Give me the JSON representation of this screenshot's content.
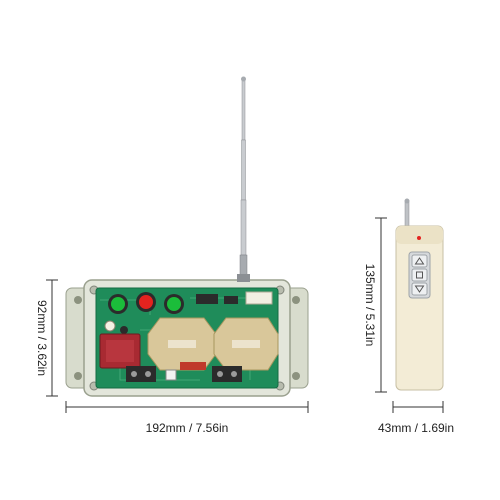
{
  "dimensions": {
    "receiver_height": "92mm / 3.62in",
    "receiver_width": "192mm / 7.56in",
    "remote_height": "135mm / 5.31in",
    "remote_width": "43mm / 1.69in"
  },
  "colors": {
    "pcb": "#1f8c5a",
    "enclosure": "#dfe3d6",
    "relay": "#d9c79a",
    "transformer": "#a82a32",
    "remote_body": "#f3ecd6",
    "dimension_line": "#333333"
  },
  "icons": {
    "remote_buttons": [
      "triangle-up-icon",
      "square-stop-icon",
      "triangle-down-icon"
    ]
  }
}
